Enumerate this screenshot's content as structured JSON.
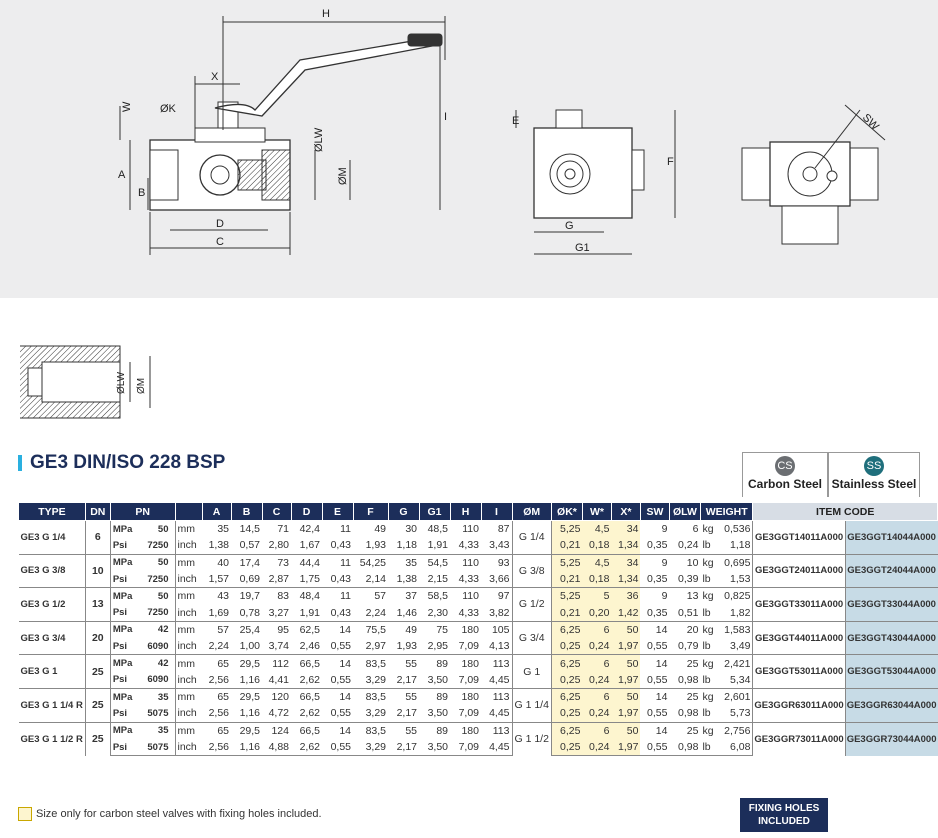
{
  "drawing": {
    "labels": {
      "H": "H",
      "X": "X",
      "W": "W",
      "OK": "ØK",
      "OLW": "ØLW",
      "OM": "ØM",
      "A": "A",
      "B": "B",
      "D": "D",
      "C": "C",
      "I": "I",
      "E": "E",
      "F": "F",
      "G": "G",
      "G1": "G1",
      "SW": "SW"
    },
    "port": {
      "OLW": "ØLW",
      "OM": "ØM"
    }
  },
  "title": "GE3 DIN/ISO 228 BSP",
  "materials": [
    {
      "abbr": "CS",
      "name": "Carbon Steel",
      "color": "#6b6e72"
    },
    {
      "abbr": "SS",
      "name": "Stainless Steel",
      "color": "#1f6f7c"
    }
  ],
  "headers": [
    "TYPE",
    "DN",
    "PN",
    "A",
    "B",
    "C",
    "D",
    "E",
    "F",
    "G",
    "G1",
    "H",
    "I",
    "ØM",
    "ØK*",
    "W*",
    "X*",
    "SW",
    "ØLW",
    "WEIGHT",
    "ITEM CODE"
  ],
  "rows": [
    {
      "type": "GE3 G 1/4",
      "dn": "6",
      "om": "G 1/4",
      "metric": {
        "pn_unit": "MPa",
        "pn": "50",
        "unit": "mm",
        "vals": [
          "35",
          "14,5",
          "71",
          "42,4",
          "11",
          "49",
          "30",
          "48,5",
          "110",
          "87"
        ],
        "yv": [
          "5,25",
          "4,5",
          "34"
        ],
        "sv": [
          "9",
          "6"
        ],
        "wu": "kg",
        "w": "0,536"
      },
      "imp": {
        "pn_unit": "Psi",
        "pn": "7250",
        "unit": "inch",
        "vals": [
          "1,38",
          "0,57",
          "2,80",
          "1,67",
          "0,43",
          "1,93",
          "1,18",
          "1,91",
          "4,33",
          "3,43"
        ],
        "yv": [
          "0,21",
          "0,18",
          "1,34"
        ],
        "sv": [
          "0,35",
          "0,24"
        ],
        "wu": "lb",
        "w": "1,18"
      },
      "cs": "GE3GGT14011A000",
      "ss": "GE3GGT14044A000"
    },
    {
      "type": "GE3 G 3/8",
      "dn": "10",
      "om": "G 3/8",
      "metric": {
        "pn_unit": "MPa",
        "pn": "50",
        "unit": "mm",
        "vals": [
          "40",
          "17,4",
          "73",
          "44,4",
          "11",
          "54,25",
          "35",
          "54,5",
          "110",
          "93"
        ],
        "yv": [
          "5,25",
          "4,5",
          "34"
        ],
        "sv": [
          "9",
          "10"
        ],
        "wu": "kg",
        "w": "0,695"
      },
      "imp": {
        "pn_unit": "Psi",
        "pn": "7250",
        "unit": "inch",
        "vals": [
          "1,57",
          "0,69",
          "2,87",
          "1,75",
          "0,43",
          "2,14",
          "1,38",
          "2,15",
          "4,33",
          "3,66"
        ],
        "yv": [
          "0,21",
          "0,18",
          "1,34"
        ],
        "sv": [
          "0,35",
          "0,39"
        ],
        "wu": "lb",
        "w": "1,53"
      },
      "cs": "GE3GGT24011A000",
      "ss": "GE3GGT24044A000"
    },
    {
      "type": "GE3 G 1/2",
      "dn": "13",
      "om": "G 1/2",
      "metric": {
        "pn_unit": "MPa",
        "pn": "50",
        "unit": "mm",
        "vals": [
          "43",
          "19,7",
          "83",
          "48,4",
          "11",
          "57",
          "37",
          "58,5",
          "110",
          "97"
        ],
        "yv": [
          "5,25",
          "5",
          "36"
        ],
        "sv": [
          "9",
          "13"
        ],
        "wu": "kg",
        "w": "0,825"
      },
      "imp": {
        "pn_unit": "Psi",
        "pn": "7250",
        "unit": "inch",
        "vals": [
          "1,69",
          "0,78",
          "3,27",
          "1,91",
          "0,43",
          "2,24",
          "1,46",
          "2,30",
          "4,33",
          "3,82"
        ],
        "yv": [
          "0,21",
          "0,20",
          "1,42"
        ],
        "sv": [
          "0,35",
          "0,51"
        ],
        "wu": "lb",
        "w": "1,82"
      },
      "cs": "GE3GGT33011A000",
      "ss": "GE3GGT33044A000"
    },
    {
      "type": "GE3 G 3/4",
      "dn": "20",
      "om": "G 3/4",
      "metric": {
        "pn_unit": "MPa",
        "pn": "42",
        "unit": "mm",
        "vals": [
          "57",
          "25,4",
          "95",
          "62,5",
          "14",
          "75,5",
          "49",
          "75",
          "180",
          "105"
        ],
        "yv": [
          "6,25",
          "6",
          "50"
        ],
        "sv": [
          "14",
          "20"
        ],
        "wu": "kg",
        "w": "1,583"
      },
      "imp": {
        "pn_unit": "Psi",
        "pn": "6090",
        "unit": "inch",
        "vals": [
          "2,24",
          "1,00",
          "3,74",
          "2,46",
          "0,55",
          "2,97",
          "1,93",
          "2,95",
          "7,09",
          "4,13"
        ],
        "yv": [
          "0,25",
          "0,24",
          "1,97"
        ],
        "sv": [
          "0,55",
          "0,79"
        ],
        "wu": "lb",
        "w": "3,49"
      },
      "cs": "GE3GGT44011A000",
      "ss": "GE3GGT43044A000"
    },
    {
      "type": "GE3 G 1",
      "dn": "25",
      "om": "G 1",
      "metric": {
        "pn_unit": "MPa",
        "pn": "42",
        "unit": "mm",
        "vals": [
          "65",
          "29,5",
          "112",
          "66,5",
          "14",
          "83,5",
          "55",
          "89",
          "180",
          "113"
        ],
        "yv": [
          "6,25",
          "6",
          "50"
        ],
        "sv": [
          "14",
          "25"
        ],
        "wu": "kg",
        "w": "2,421"
      },
      "imp": {
        "pn_unit": "Psi",
        "pn": "6090",
        "unit": "inch",
        "vals": [
          "2,56",
          "1,16",
          "4,41",
          "2,62",
          "0,55",
          "3,29",
          "2,17",
          "3,50",
          "7,09",
          "4,45"
        ],
        "yv": [
          "0,25",
          "0,24",
          "1,97"
        ],
        "sv": [
          "0,55",
          "0,98"
        ],
        "wu": "lb",
        "w": "5,34"
      },
      "cs": "GE3GGT53011A000",
      "ss": "GE3GGT53044A000"
    },
    {
      "type": "GE3 G 1 1/4 R",
      "dn": "25",
      "om": "G 1 1/4",
      "metric": {
        "pn_unit": "MPa",
        "pn": "35",
        "unit": "mm",
        "vals": [
          "65",
          "29,5",
          "120",
          "66,5",
          "14",
          "83,5",
          "55",
          "89",
          "180",
          "113"
        ],
        "yv": [
          "6,25",
          "6",
          "50"
        ],
        "sv": [
          "14",
          "25"
        ],
        "wu": "kg",
        "w": "2,601"
      },
      "imp": {
        "pn_unit": "Psi",
        "pn": "5075",
        "unit": "inch",
        "vals": [
          "2,56",
          "1,16",
          "4,72",
          "2,62",
          "0,55",
          "3,29",
          "2,17",
          "3,50",
          "7,09",
          "4,45"
        ],
        "yv": [
          "0,25",
          "0,24",
          "1,97"
        ],
        "sv": [
          "0,55",
          "0,98"
        ],
        "wu": "lb",
        "w": "5,73"
      },
      "cs": "GE3GGR63011A000",
      "ss": "GE3GGR63044A000"
    },
    {
      "type": "GE3 G 1 1/2 R",
      "dn": "25",
      "om": "G 1 1/2",
      "metric": {
        "pn_unit": "MPa",
        "pn": "35",
        "unit": "mm",
        "vals": [
          "65",
          "29,5",
          "124",
          "66,5",
          "14",
          "83,5",
          "55",
          "89",
          "180",
          "113"
        ],
        "yv": [
          "6,25",
          "6",
          "50"
        ],
        "sv": [
          "14",
          "25"
        ],
        "wu": "kg",
        "w": "2,756"
      },
      "imp": {
        "pn_unit": "Psi",
        "pn": "5075",
        "unit": "inch",
        "vals": [
          "2,56",
          "1,16",
          "4,88",
          "2,62",
          "0,55",
          "3,29",
          "2,17",
          "3,50",
          "7,09",
          "4,45"
        ],
        "yv": [
          "0,25",
          "0,24",
          "1,97"
        ],
        "sv": [
          "0,55",
          "0,98"
        ],
        "wu": "lb",
        "w": "6,08"
      },
      "cs": "GE3GGR73011A000",
      "ss": "GE3GGR73044A000"
    }
  ],
  "footnote": "Size only for carbon steel valves with fixing holes included.",
  "fixing_holes": "FIXING HOLES INCLUDED"
}
